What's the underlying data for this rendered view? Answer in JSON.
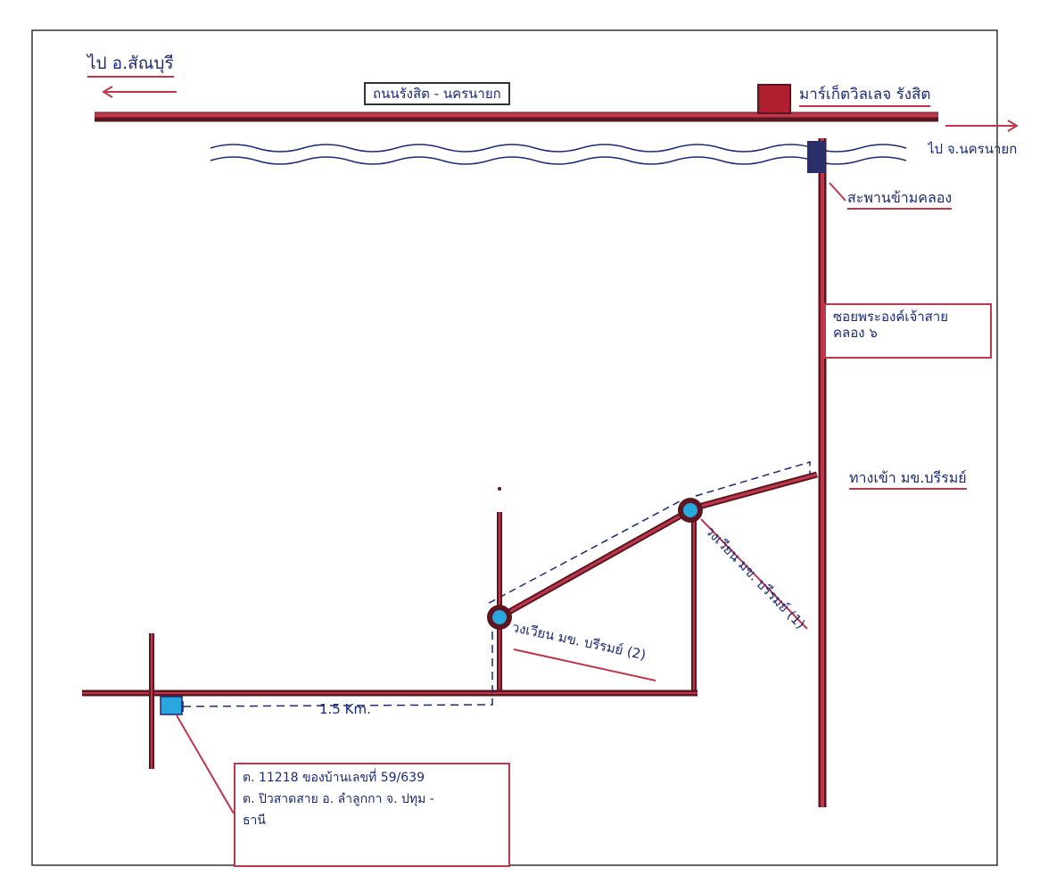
{
  "labels": {
    "to_sanphra": "ไป อ.สัณบุรี",
    "road_name": "ถนนรังสิต - นครนายก",
    "market": "มาร์เก็ตวิลเลจ รังสิต",
    "to_nakhon": "ไป จ.นครนายก",
    "footbridge": "สะพานข้ามคลอง",
    "soi_line1": "ซอยพระองค์เจ้าสาย",
    "soi_line2": "คลอง ๖",
    "entrance": "ทางเข้า มข.บรีรมย์",
    "circle1": "วงเวียน มข. บรีรมย์ (1)",
    "circle2": "วงเวียน มข. บรีรมย์ (2)",
    "distance": "1.5 Km.",
    "addr_line1": "ต. 11218 ของบ้านเลขที่ 59/639",
    "addr_line2": "ต. ปิวสาดสาย อ. ลำลูกกา จ. ปทุม -",
    "addr_line3": "ธานี"
  },
  "colors": {
    "road": "#c0364a",
    "road_edge": "#5b1620",
    "text": "#1b2a78",
    "marker_blue": "#29a8e0",
    "market_box": "#b02030"
  },
  "icons": {
    "destination": "square-marker-icon",
    "roundabout": "roundabout-icon",
    "market": "building-icon",
    "bridge": "footbridge-icon"
  }
}
